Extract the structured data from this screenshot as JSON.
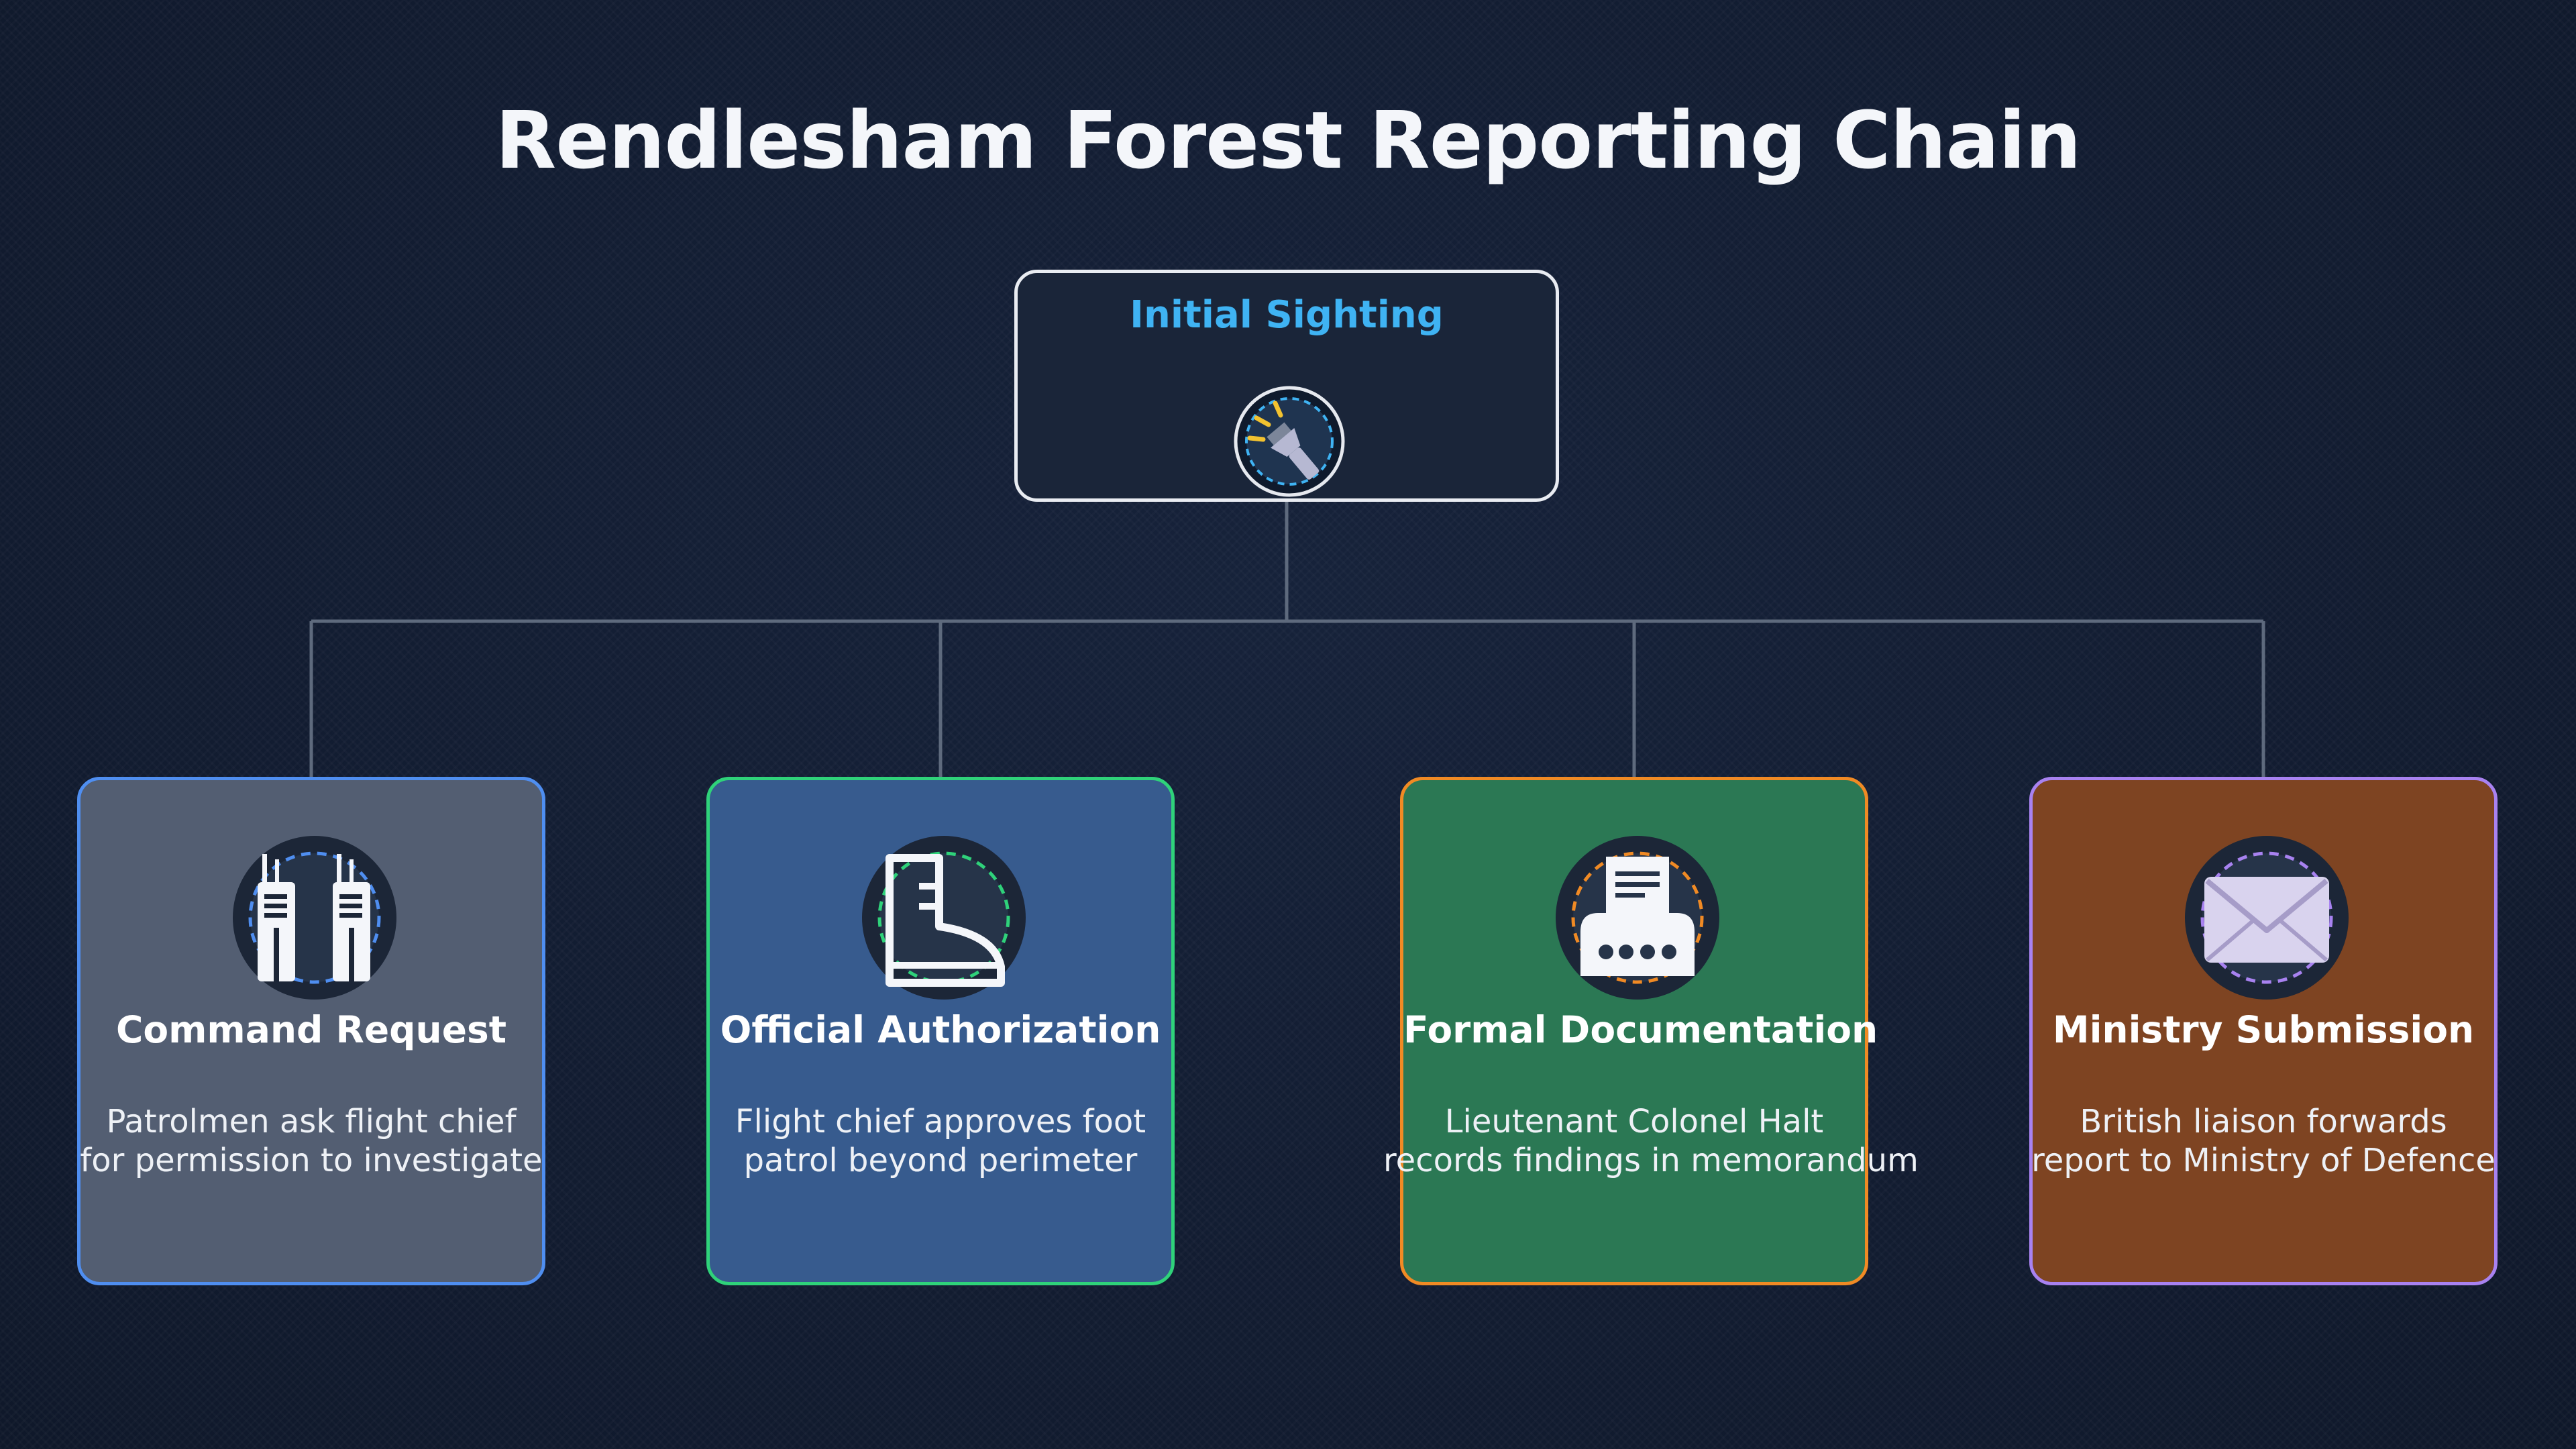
{
  "title": "Rendlesham Forest Reporting Chain",
  "root": {
    "label": "Initial Sighting",
    "icon": "flashlight-icon"
  },
  "colors": {
    "connector": "#5e6a7d",
    "root_border": "#e9ecf2",
    "root_label": "#3fb3f3"
  },
  "nodes": [
    {
      "title": "Command Request",
      "desc": [
        "Patrolmen ask flight chief",
        "for permission to investigate"
      ],
      "icon": "walkie-talkie-icon",
      "fill": "#535e72",
      "border": "#4f8ef0",
      "ring": "#4f8ef0"
    },
    {
      "title": "Official Authorization",
      "desc": [
        "Flight chief approves foot",
        "patrol beyond perimeter"
      ],
      "icon": "boot-icon",
      "fill": "#375b8e",
      "border": "#2fd27a",
      "ring": "#2fd27a"
    },
    {
      "title": "Formal Documentation",
      "desc": [
        "Lieutenant Colonel Halt",
        "records findings in memorandum"
      ],
      "icon": "typewriter-icon",
      "fill": "#2b7854",
      "border": "#f08a24",
      "ring": "#f08a24"
    },
    {
      "title": "Ministry Submission",
      "desc": [
        "British liaison forwards",
        "report to Ministry of Defence"
      ],
      "icon": "envelope-icon",
      "fill": "#7e4422",
      "border": "#a882f0",
      "ring": "#a882f0"
    }
  ]
}
